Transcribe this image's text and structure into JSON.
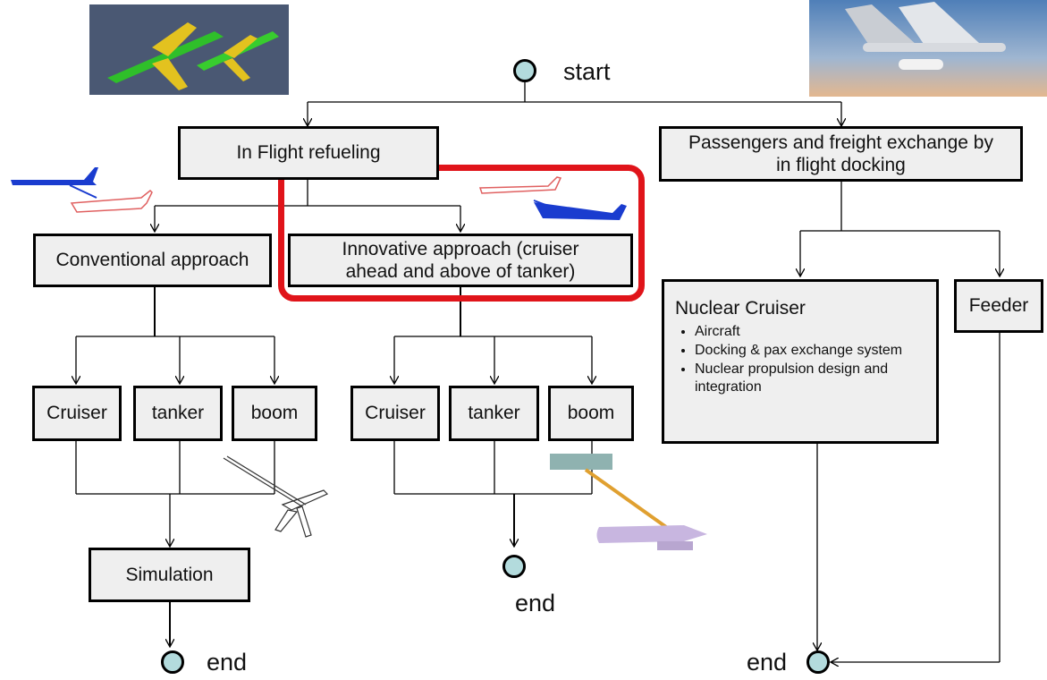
{
  "start_label": "start",
  "end_label": "end",
  "in_flight_refueling": "In Flight refueling",
  "passengers_exchange": "Passengers and freight exchange by in flight docking",
  "conventional_approach": "Conventional approach",
  "innovative_approach": "Innovative approach (cruiser ahead and above of tanker)",
  "left_group": {
    "cruiser": "Cruiser",
    "tanker": "tanker",
    "boom": "boom"
  },
  "mid_group": {
    "cruiser": "Cruiser",
    "tanker": "tanker",
    "boom": "boom"
  },
  "simulation": "Simulation",
  "nuclear_cruiser": {
    "title": "Nuclear Cruiser",
    "items": [
      "Aircraft",
      "Docking & pax exchange system",
      "Nuclear propulsion design and integration"
    ]
  },
  "feeder": "Feeder",
  "colors": {
    "box_fill": "#efefef",
    "terminal_fill": "#b3dbdd",
    "highlight": "#e0141a"
  }
}
